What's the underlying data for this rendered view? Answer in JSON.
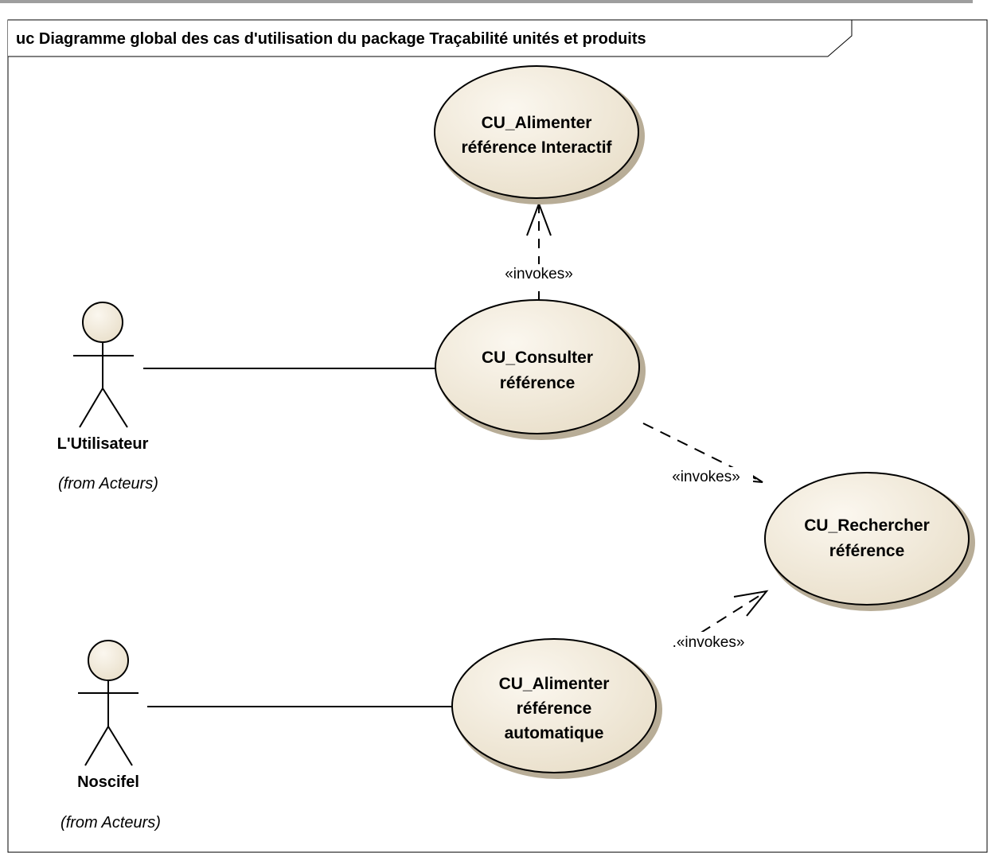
{
  "diagram": {
    "title": "uc Diagramme global des cas d'utilisation du package Traçabilité unités et produits"
  },
  "actors": {
    "utilisateur": {
      "name": "L'Utilisateur",
      "from": "(from Acteurs)"
    },
    "noscifel": {
      "name": "Noscifel",
      "from": "(from Acteurs)"
    }
  },
  "usecases": {
    "alimenter_interactif": {
      "line1": "CU_Alimenter",
      "line2": "référence Interactif"
    },
    "consulter": {
      "line1": "CU_Consulter",
      "line2": "référence"
    },
    "rechercher": {
      "line1": "CU_Rechercher",
      "line2": "référence"
    },
    "alimenter_auto": {
      "line1": "CU_Alimenter",
      "line2": "référence",
      "line3": "automatique"
    }
  },
  "relations": {
    "consulter_to_interactif": "«invokes»",
    "consulter_to_rechercher": "«invokes»",
    "auto_to_rechercher": ".«invokes»"
  },
  "colors": {
    "usecase_fill": "#efe6d3",
    "frame_top_bar": "#9e9e9e",
    "line": "#000000"
  }
}
